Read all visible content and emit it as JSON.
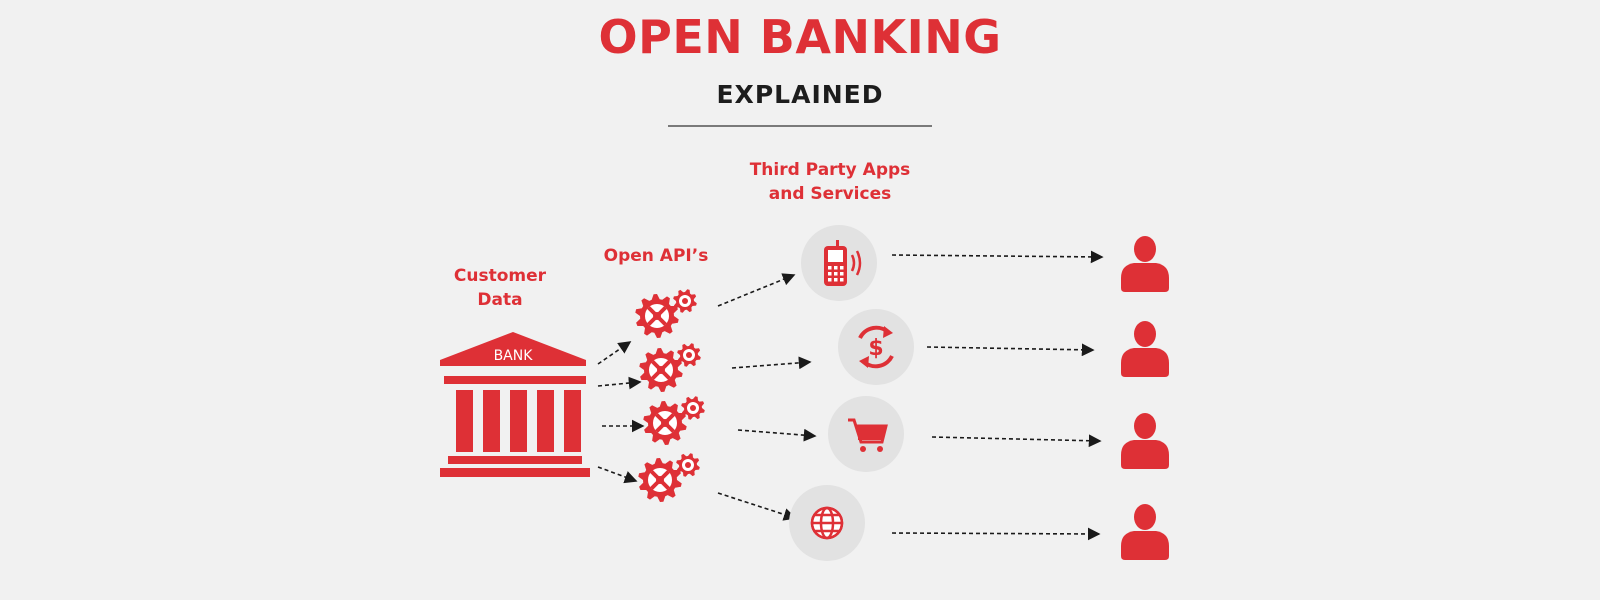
{
  "header": {
    "title": "OPEN BANKING",
    "subtitle": "EXPLAINED"
  },
  "labels": {
    "customer_data_line1": "Customer",
    "customer_data_line2": "Data",
    "open_apis": "Open API’s",
    "third_party_line1": "Third Party Apps",
    "third_party_line2": "and Services"
  },
  "bank": {
    "label": "BANK"
  },
  "services": [
    {
      "name": "mobile",
      "icon": "mobile-phone-icon"
    },
    {
      "name": "payments",
      "icon": "dollar-exchange-icon"
    },
    {
      "name": "shopping",
      "icon": "shopping-cart-icon"
    },
    {
      "name": "web",
      "icon": "globe-icon"
    }
  ],
  "colors": {
    "accent": "#de3036",
    "background": "#f1f1f1",
    "circle": "#e2e2e2",
    "text": "#1d1d1d"
  }
}
